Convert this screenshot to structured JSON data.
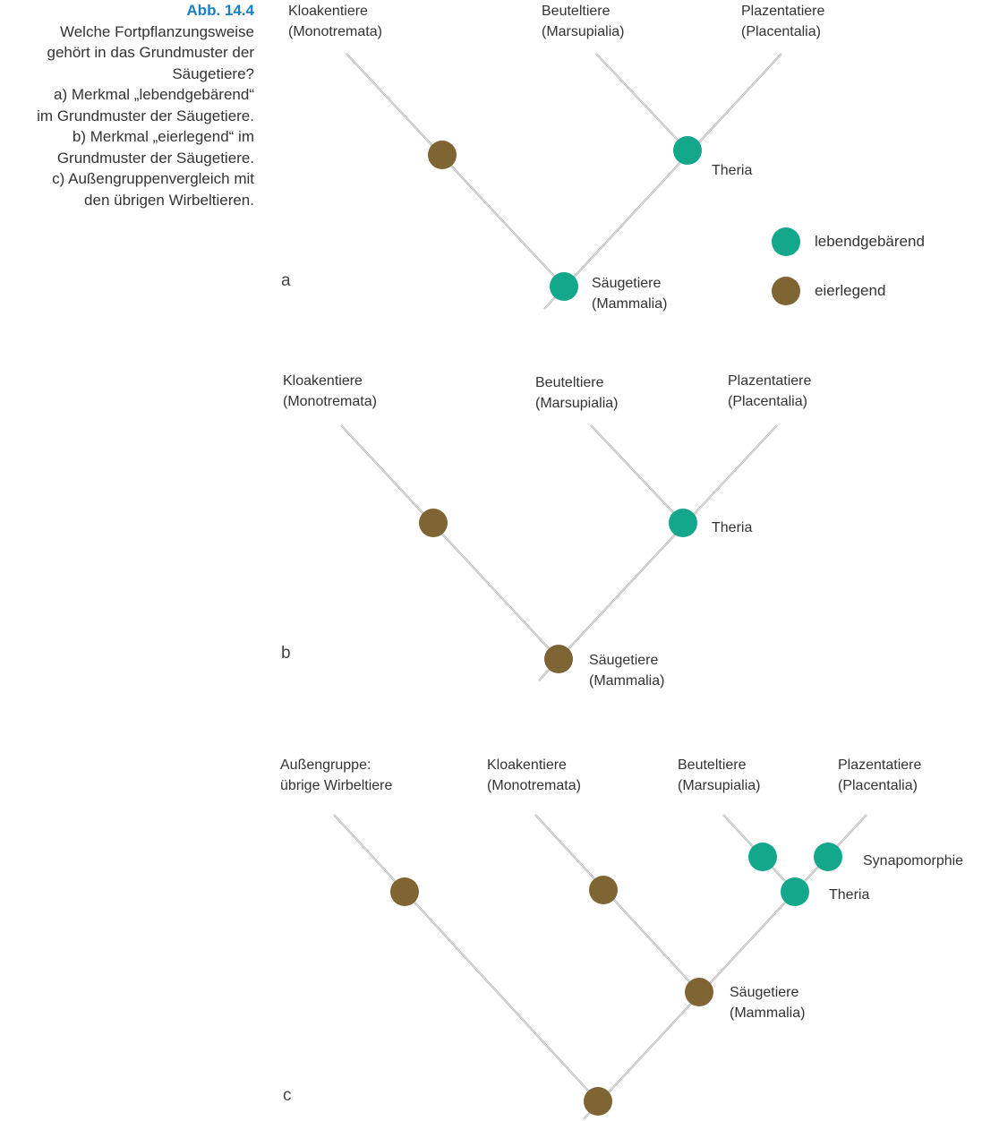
{
  "caption": {
    "figure_number": "Abb. 14.4",
    "lines": [
      "Welche Fortpflanzungsweise",
      "gehört in das Grundmuster der",
      "Säugetiere?",
      "a) Merkmal „lebendgebärend“",
      "im Grundmuster der Säugetiere.",
      "b) Merkmal „eierlegend“ im",
      "Grundmuster der Säugetiere.",
      "c) Außengruppenvergleich mit",
      "den übrigen Wirbeltieren."
    ]
  },
  "colors": {
    "lebendgebaerend": "#13a88c",
    "eierlegend": "#7f6434",
    "branch": "#a8a8a8",
    "figure_number": "#1a7fc4"
  },
  "legend": {
    "items": [
      {
        "label": "lebendgebärend",
        "color_key": "lebendgebaerend"
      },
      {
        "label": "eierlegend",
        "color_key": "eierlegend"
      }
    ]
  },
  "panels": {
    "a": {
      "letter": "a",
      "taxa": {
        "monotremata": [
          "Kloakentiere",
          "(Monotremata)"
        ],
        "marsupialia": [
          "Beuteltiere",
          "(Marsupialia)"
        ],
        "placentalia": [
          "Plazentatiere",
          "(Placentalia)"
        ]
      },
      "nodes": {
        "theria": "Theria",
        "mammalia": [
          "Säugetiere",
          "(Mammalia)"
        ]
      }
    },
    "b": {
      "letter": "b",
      "taxa": {
        "monotremata": [
          "Kloakentiere",
          "(Monotremata)"
        ],
        "marsupialia": [
          "Beuteltiere",
          "(Marsupialia)"
        ],
        "placentalia": [
          "Plazentatiere",
          "(Placentalia)"
        ]
      },
      "nodes": {
        "theria": "Theria",
        "mammalia": [
          "Säugetiere",
          "(Mammalia)"
        ]
      }
    },
    "c": {
      "letter": "c",
      "taxa": {
        "outgroup": [
          "Außengruppe:",
          "übrige Wirbeltiere"
        ],
        "monotremata": [
          "Kloakentiere",
          "(Monotremata)"
        ],
        "marsupialia": [
          "Beuteltiere",
          "(Marsupialia)"
        ],
        "placentalia": [
          "Plazentatiere",
          "(Placentalia)"
        ]
      },
      "nodes": {
        "synapomorphie": "Synapomorphie",
        "theria": "Theria",
        "mammalia": [
          "Säugetiere",
          "(Mammalia)"
        ]
      }
    }
  }
}
